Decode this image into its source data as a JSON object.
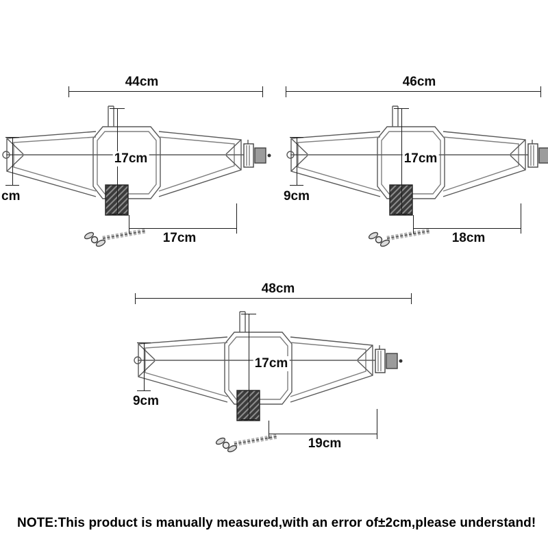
{
  "note": "NOTE:This product is manually measured,with an error of±2cm,please understand!",
  "hangers": [
    {
      "name": "hanger-44cm",
      "top_width": "44cm",
      "center_height": "17cm",
      "side_height": "cm",
      "bottom_width": "17cm"
    },
    {
      "name": "hanger-46cm",
      "top_width": "46cm",
      "center_height": "17cm",
      "side_height": "9cm",
      "bottom_width": "18cm"
    },
    {
      "name": "hanger-48cm",
      "top_width": "48cm",
      "center_height": "17cm",
      "side_height": "9cm",
      "bottom_width": "19cm"
    }
  ]
}
